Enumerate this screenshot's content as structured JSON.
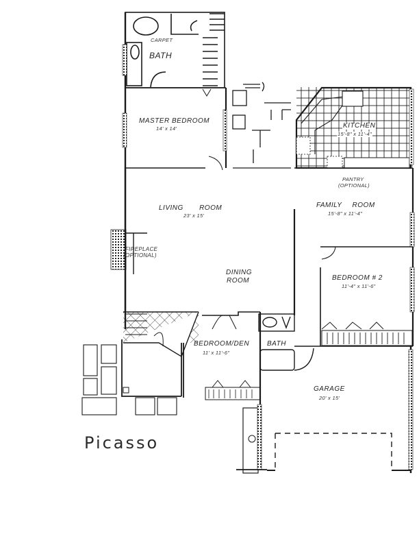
{
  "plan": {
    "name": "Picasso",
    "rooms": {
      "master_bath": {
        "label": "BATH",
        "note": "CARPET"
      },
      "master_bedroom": {
        "label": "MASTER BEDROOM",
        "size": "14' x 14'"
      },
      "kitchen": {
        "label": "KITCHEN",
        "size": "15'-8\" x 11'-4\""
      },
      "pantry": {
        "label": "PANTRY",
        "note": "(OPTIONAL)"
      },
      "living_room": {
        "label": "LIVING ROOM",
        "size": "23' x 15'"
      },
      "family_room": {
        "label": "FAMILY ROOM",
        "size": "15'-8\" x 11'-4\""
      },
      "fireplace": {
        "label": "FIREPLACE",
        "note": "(OPTIONAL)"
      },
      "dining_room": {
        "label_line1": "DINING",
        "label_line2": "ROOM"
      },
      "bedroom_2": {
        "label": "BEDROOM # 2",
        "size": "11'-4\" x 11'-6\""
      },
      "bedroom_den": {
        "label": "BEDROOM/DEN",
        "size": "11' x 11'-6\""
      },
      "hall_bath": {
        "label": "BATH"
      },
      "garage": {
        "label": "GARAGE",
        "size": "20' x 15'"
      }
    },
    "colors": {
      "ink": "#1a1a1a",
      "paper": "#ffffff"
    }
  }
}
